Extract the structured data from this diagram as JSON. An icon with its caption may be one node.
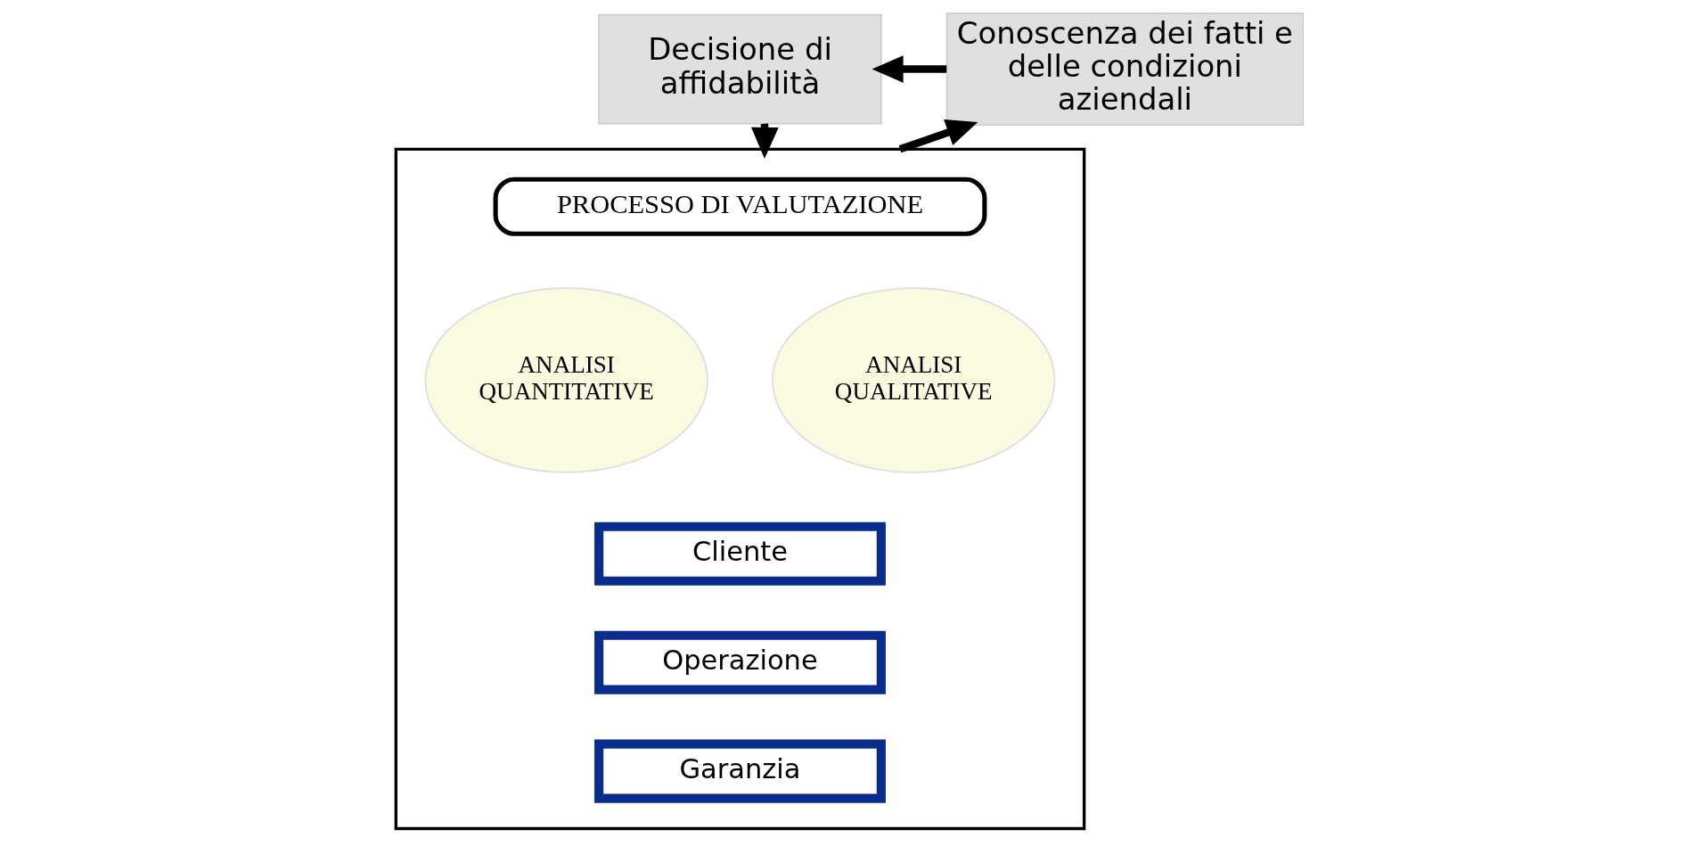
{
  "diagram": {
    "nodes": [
      {
        "text": [
          "Decisione di affidabilità"
        ]
      },
      {
        "text": [
          "Conoscenza dei fatti e delle condizioni aziendali"
        ]
      },
      {
        "text": [],
        "shape": "box"
      },
      {
        "text": [
          "PROCESSO DI VALUTAZIONE"
        ],
        "in": 2
      },
      {
        "text": [
          "ANALISI QUANTITATIVE"
        ],
        "in": 2
      },
      {
        "text": [
          "ANALISI QUALITATIVE"
        ],
        "in": 2
      },
      {
        "text": [
          "Cliente"
        ],
        "in": 2
      },
      {
        "text": [
          "Operazione"
        ],
        "in": 2
      },
      {
        "text": [
          "Garanzia"
        ],
        "in": 2
      }
    ],
    "edges": [
      {
        "from": 1,
        "to": 0,
        "arrow": "to"
      },
      {
        "from": 0,
        "to": 2,
        "arrow": "to"
      },
      {
        "from": 2,
        "to": 1,
        "arrow": "to"
      }
    ]
  }
}
